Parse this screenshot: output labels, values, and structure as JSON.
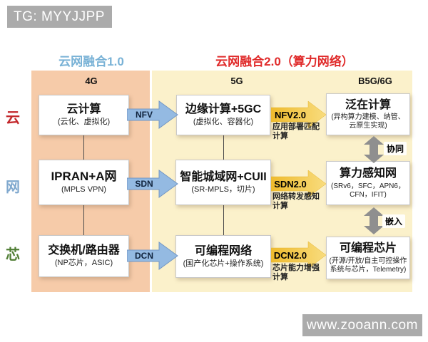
{
  "watermarks": {
    "top_left": "TG: MYYJJPP",
    "bottom_right": "www.zooann.com"
  },
  "titles": {
    "era1": {
      "label": "云网融合1.0",
      "color": "#79B2D6"
    },
    "era2": {
      "label": "云网融合2.0（算力网络）",
      "color": "#E02B2B"
    }
  },
  "column_headers": [
    "4G",
    "5G",
    "B5G/6G"
  ],
  "row_labels": [
    {
      "label": "云",
      "color": "#C3272B"
    },
    {
      "label": "网",
      "color": "#7FA8CE"
    },
    {
      "label": "芯",
      "color": "#4F7D33"
    }
  ],
  "boxes": {
    "cloud_4g": {
      "title": "云计算",
      "subtitle": "(云化、虚拟化)"
    },
    "cloud_5g": {
      "title": "边缘计算+5GC",
      "subtitle": "(虚拟化、容器化)"
    },
    "cloud_6g": {
      "title": "泛在计算",
      "subtitle": "(异构算力建模、纳管、云原生实现)"
    },
    "net_4g": {
      "title": "IPRAN+A网",
      "subtitle": "(MPLS VPN)"
    },
    "net_5g": {
      "title": "智能城域网+CUII",
      "subtitle": "(SR-MPLS，切片)"
    },
    "net_6g": {
      "title": "算力感知网",
      "subtitle": "(SRv6，SFC，APN6，CFN，IFIT)"
    },
    "chip_4g": {
      "title": "交换机/路由器",
      "subtitle": "(NP芯片，ASIC)"
    },
    "chip_5g": {
      "title": "可编程网络",
      "subtitle": "(国产化芯片+操作系统)"
    },
    "chip_6g": {
      "title": "可编程芯片",
      "subtitle": "(开源/开放/自主可控操作系统与芯片，Telemetry)"
    }
  },
  "arrows_stage1": [
    {
      "label": "NFV"
    },
    {
      "label": "SDN"
    },
    {
      "label": "DCN"
    }
  ],
  "arrows_stage2": [
    {
      "label": "NFV2.0",
      "caption": "应用部署匹配计算"
    },
    {
      "label": "SDN2.0",
      "caption": "网络转发感知计算"
    },
    {
      "label": "DCN2.0",
      "caption": "芯片能力增强计算"
    }
  ],
  "vertical_links": [
    {
      "label": "协同"
    },
    {
      "label": "嵌入"
    }
  ],
  "colors": {
    "panel_4g": "#F6CBA9",
    "panel_5g_6g": "#FBF1CB",
    "arrow_blue": "#94BAE2",
    "arrow_gold": "#F2C53F",
    "arrow_gray": "#8F8F8F",
    "watermark_bg": "#ABABAB"
  }
}
